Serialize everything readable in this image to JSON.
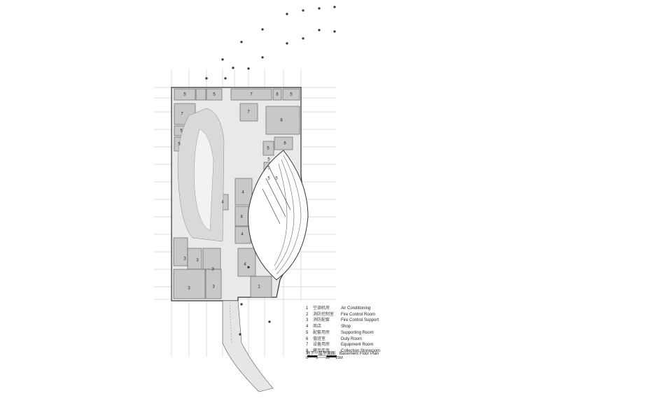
{
  "legend": [
    {
      "num": "1",
      "cn": "空调机房",
      "en": "Air Conditioning"
    },
    {
      "num": "2",
      "cn": "消防控制室",
      "en": "Fire Control Room"
    },
    {
      "num": "3",
      "cn": "消防配套",
      "en": "Fire Control Support"
    },
    {
      "num": "4",
      "cn": "商店",
      "en": "Shop"
    },
    {
      "num": "5",
      "cn": "配套用房",
      "en": "Supporting Room"
    },
    {
      "num": "6",
      "cn": "值班室",
      "en": "Duty Room"
    },
    {
      "num": "7",
      "cn": "设备用房",
      "en": "Equipment Room"
    },
    {
      "num": "8",
      "cn": "藏品库房",
      "en": "Collection Storeroom"
    }
  ],
  "title": {
    "cn": "地下一层平面图",
    "en": "Basement Floor Plan"
  },
  "scale": {
    "ticks": [
      "0",
      "5",
      "10",
      "15M"
    ]
  },
  "rooms": [
    {
      "label": "5"
    },
    {
      "label": "5"
    },
    {
      "label": "7"
    },
    {
      "label": "6"
    },
    {
      "label": "5"
    },
    {
      "label": "7"
    },
    {
      "label": "7"
    },
    {
      "label": "5"
    },
    {
      "label": "5"
    },
    {
      "label": "8"
    },
    {
      "label": "6"
    },
    {
      "label": "5"
    },
    {
      "label": "5"
    },
    {
      "label": "5"
    },
    {
      "label": "5"
    },
    {
      "label": "5"
    },
    {
      "label": "4"
    },
    {
      "label": "4"
    },
    {
      "label": "4"
    },
    {
      "label": "4"
    },
    {
      "label": "3"
    },
    {
      "label": "3"
    },
    {
      "label": "3"
    },
    {
      "label": "3"
    },
    {
      "label": "3"
    },
    {
      "label": "4"
    },
    {
      "label": "1"
    }
  ]
}
